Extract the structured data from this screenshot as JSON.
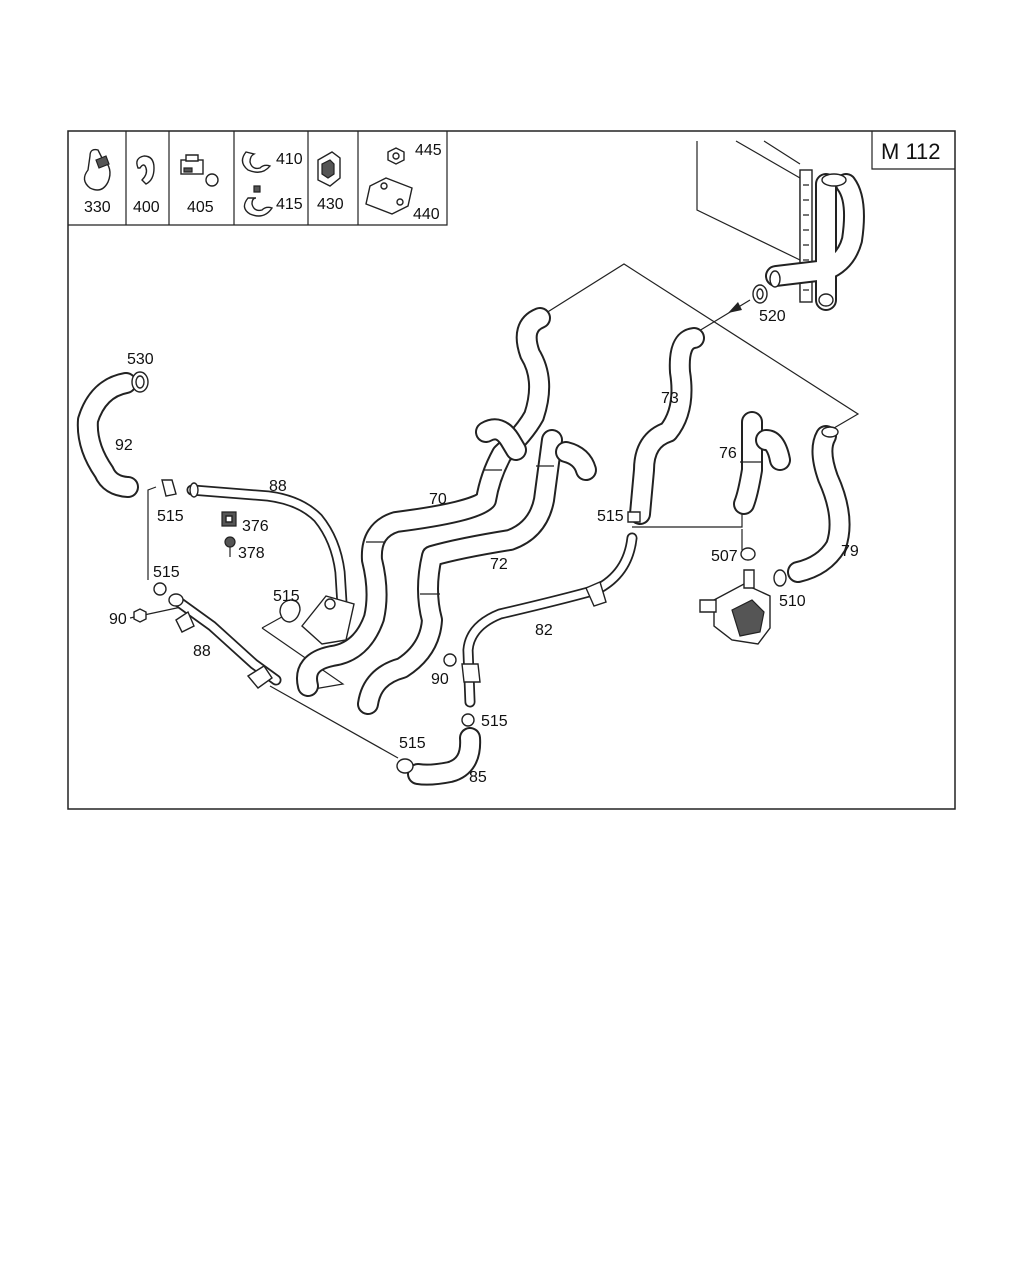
{
  "model_label": "M 112",
  "legend": {
    "cells": [
      {
        "id": "330",
        "labels": [
          "330"
        ]
      },
      {
        "id": "400",
        "labels": [
          "400"
        ]
      },
      {
        "id": "405",
        "labels": [
          "405"
        ]
      },
      {
        "id": "410-415",
        "labels": [
          "410",
          "415"
        ]
      },
      {
        "id": "430",
        "labels": [
          "430"
        ]
      },
      {
        "id": "445-440",
        "labels": [
          "445",
          "440"
        ]
      }
    ]
  },
  "callouts": {
    "c530": "530",
    "c92": "92",
    "c515_a": "515",
    "c88_top": "88",
    "c376": "376",
    "c378": "378",
    "c515_b": "515",
    "c90_left": "90",
    "c515_c": "515",
    "c88_bottom": "88",
    "c70": "70",
    "c72": "72",
    "c73": "73",
    "c520": "520",
    "c76": "76",
    "c515_d": "515",
    "c79": "79",
    "c507": "507",
    "c510": "510",
    "c82": "82",
    "c90_mid": "90",
    "c515_e": "515",
    "c515_f": "515",
    "c85": "85"
  }
}
